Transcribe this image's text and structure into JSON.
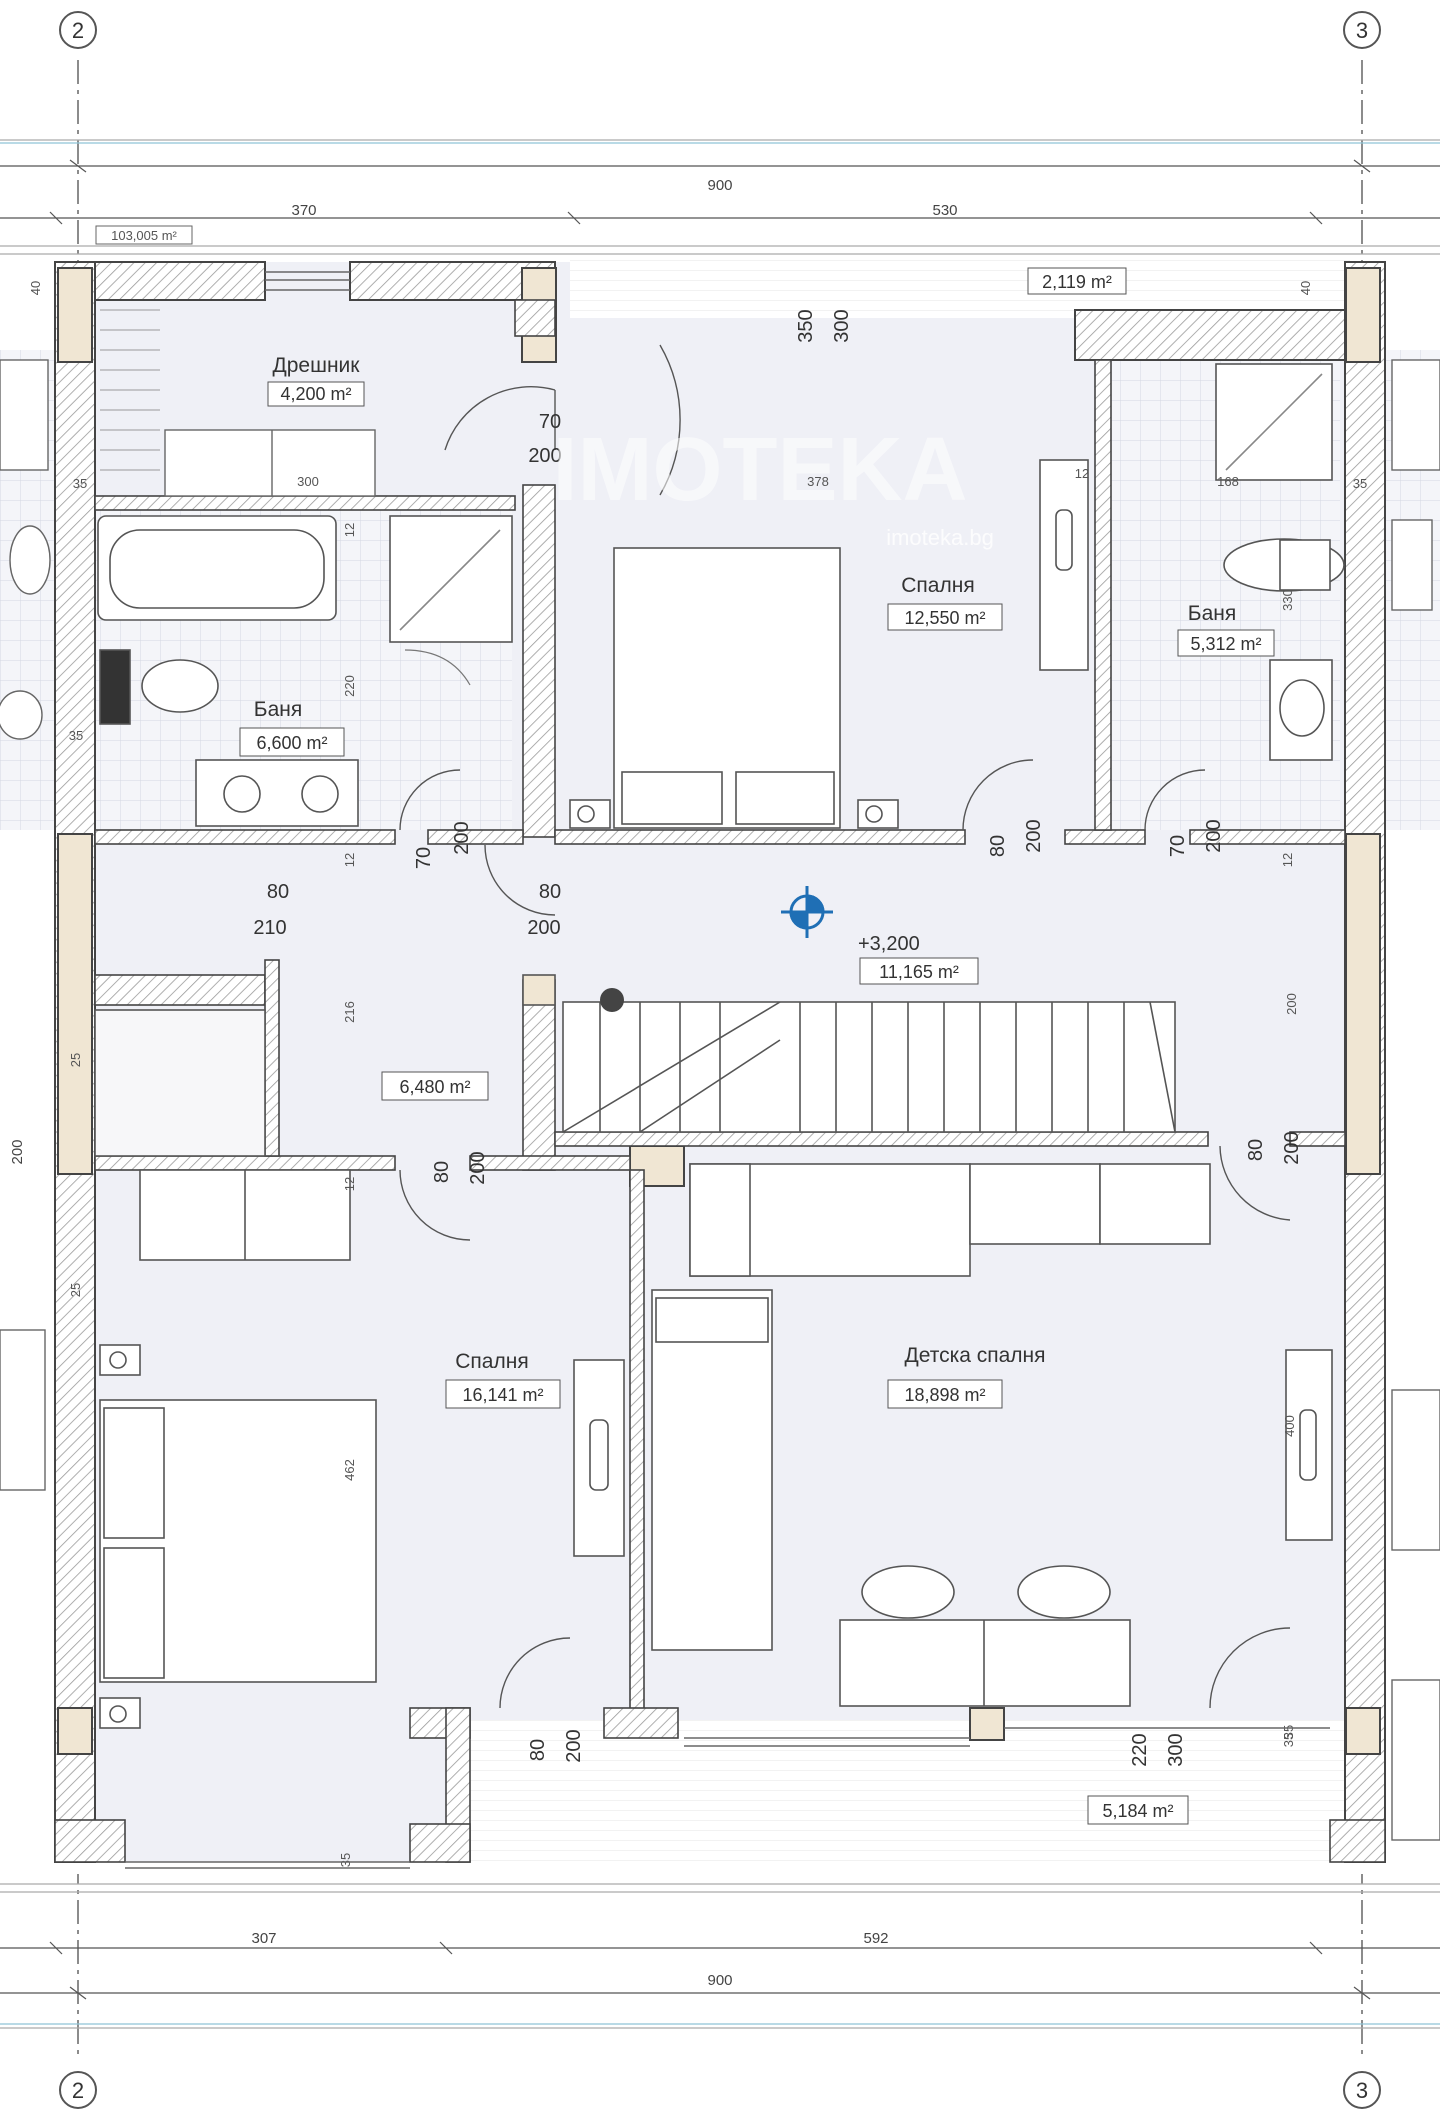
{
  "axes": {
    "left": "2",
    "right": "3"
  },
  "dimensions": {
    "top_total": "900",
    "top_left": "370",
    "top_right": "530",
    "bottom_left": "307",
    "bottom_right": "592",
    "bottom_total": "900",
    "corner_area": "103,005 m²",
    "top_margin_left": "40",
    "top_margin_right": "40",
    "wall_35_a": "35",
    "wall_35_b": "35",
    "wall_35_c": "35",
    "wall_35_d": "35",
    "wall_35_e": "35",
    "wall_25_a": "25",
    "wall_25_b": "25",
    "wall_12_a": "12",
    "wall_12_b": "12",
    "wall_12_c": "12",
    "wall_12_d": "12",
    "wall_12_e": "12",
    "closet_width": "300",
    "bedroom_width": "378",
    "bath_right_width": "168",
    "bath_left_height": "220",
    "bath_right_height": "330",
    "hall_height": "216",
    "left_door_200": "200",
    "stair_height": "200",
    "bedroom_left_height": "462",
    "kids_height": "400",
    "bottom_window_220": "220",
    "bottom_window_300": "300",
    "bottom_window_35": "35",
    "window_top_350": "350",
    "window_top_300": "300"
  },
  "rooms": [
    {
      "name": "Дрешник",
      "area": "4,200 m²"
    },
    {
      "name": "Спалня",
      "area": "12,550 m²"
    },
    {
      "name": "Баня",
      "area": "5,312 m²"
    },
    {
      "name": "Баня",
      "area": "6,600 m²"
    },
    {
      "name": "",
      "area": "6,480 m²"
    },
    {
      "name": "Спалня",
      "area": "16,141 m²"
    },
    {
      "name": "Детска спалня",
      "area": "18,898 m²"
    }
  ],
  "terrace_top_area": "2,119 m²",
  "terrace_bottom_area": "5,184 m²",
  "hall": {
    "level": "+3,200",
    "area": "11,165 m²"
  },
  "doors": {
    "closet_w": "70",
    "closet_h": "200",
    "bath_left_w": "70",
    "bath_left_h": "200",
    "hall_w": "80",
    "hall_h": "200",
    "bedroom_top_w": "80",
    "bedroom_top_h": "200",
    "bath_right_w": "70",
    "bath_right_h": "200",
    "storage_w": "80",
    "storage_h": "210",
    "bedroom_left_w": "80",
    "bedroom_left_h": "200",
    "kids_w": "80",
    "kids_h": "200",
    "terrace_w": "80",
    "terrace_h": "200"
  },
  "watermark": {
    "logo": "IMOTEKA",
    "url": "imoteka.bg"
  }
}
